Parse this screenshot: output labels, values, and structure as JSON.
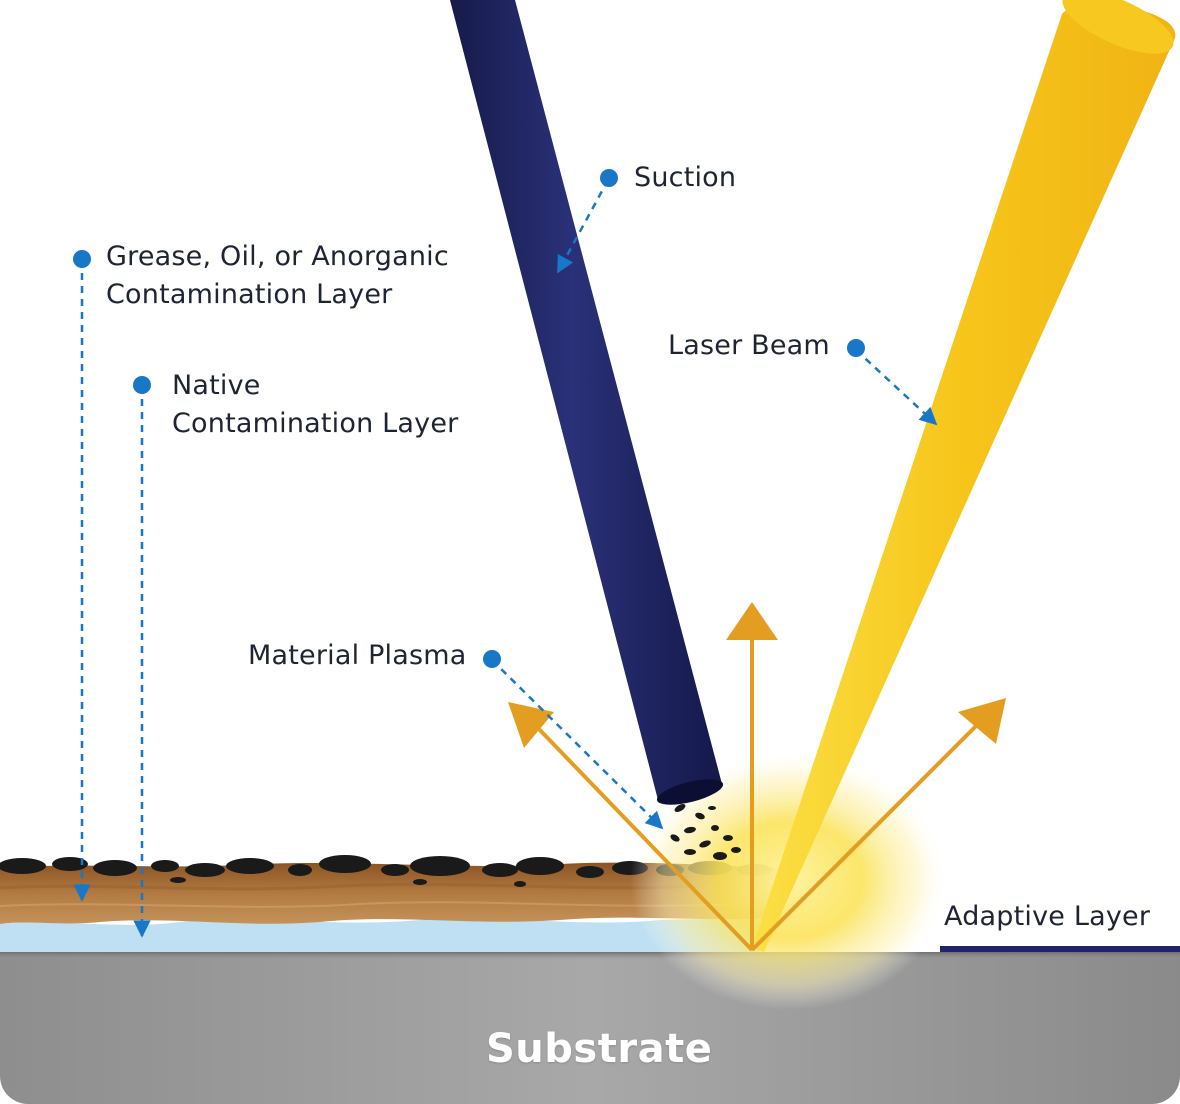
{
  "labels": {
    "grease_line1": "Grease, Oil, or Anorganic",
    "grease_line2": "Contamination Layer",
    "native_line1": "Native",
    "native_line2": "Contamination Layer",
    "suction": "Suction",
    "laser_beam": "Laser Beam",
    "material_plasma": "Material Plasma",
    "adaptive_layer": "Adaptive Layer",
    "substrate": "Substrate"
  },
  "colors": {
    "nozzle": "#1f2566",
    "laser": "#f8c81c",
    "arrow_orange": "#e39e22",
    "callout_blue": "#1877c6",
    "grease_layer": "#a96f36",
    "debris": "#1a1a1a",
    "native_layer": "#bfe0f2",
    "substrate": "#9a9a9a",
    "adaptive_line": "#1f2566"
  }
}
